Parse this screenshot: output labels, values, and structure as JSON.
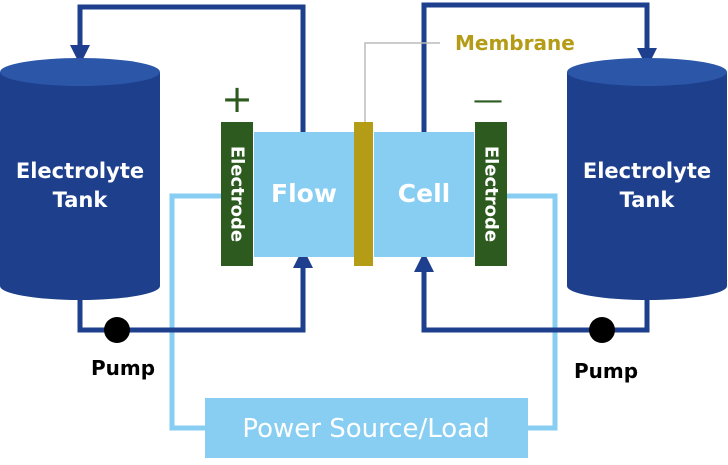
{
  "left_tank": {
    "line1": "Electrolyte",
    "line2": "Tank"
  },
  "right_tank": {
    "line1": "Electrolyte",
    "line2": "Tank"
  },
  "left_electrode": {
    "label": "Electrode",
    "polarity": "+"
  },
  "right_electrode": {
    "label": "Electrode",
    "polarity": "—"
  },
  "cell": {
    "left_label": "Flow",
    "right_label": "Cell"
  },
  "membrane": {
    "label": "Membrane"
  },
  "left_pump": {
    "label": "Pump"
  },
  "right_pump": {
    "label": "Pump"
  },
  "power": {
    "label": "Power Source/Load"
  },
  "colors": {
    "tank_body": "#1d3f8c",
    "tank_top": "#2c56a8",
    "pipe": "#1e3f8e",
    "cell": "#87cef2",
    "electrode": "#2c5a1f",
    "membrane": "#b59c17",
    "polarity": "#2c5a1f",
    "power_box": "#87cef2",
    "power_line": "#87cef2",
    "leader": "#bbbbbb"
  }
}
